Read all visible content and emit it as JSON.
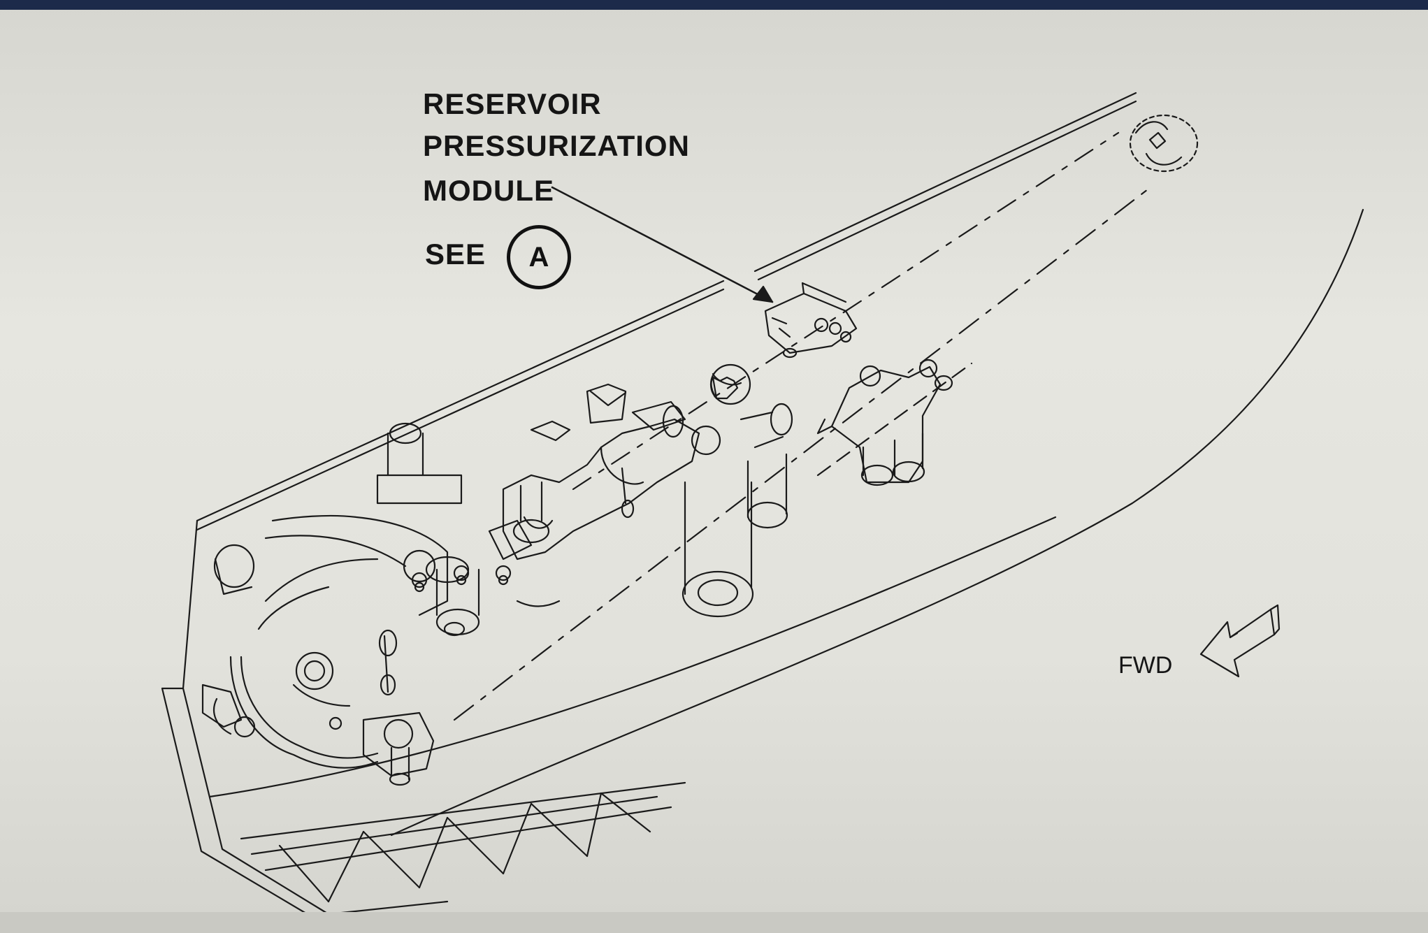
{
  "callout": {
    "line1": "RESERVOIR",
    "line2": "PRESSURIZATION",
    "line3": "MODULE",
    "see_label": "SEE",
    "see_view": "A"
  },
  "direction": {
    "label": "FWD"
  }
}
